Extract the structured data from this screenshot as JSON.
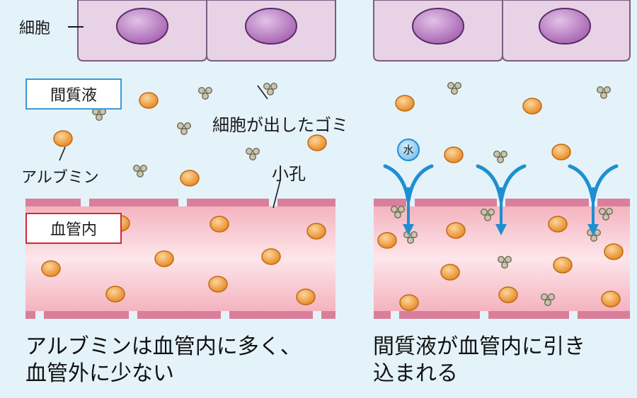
{
  "labels": {
    "cell": "細胞",
    "interstitial": "間質液",
    "cell_waste": "細胞が出したゴミ",
    "albumin": "アルブミン",
    "pore": "小孔",
    "blood_vessel": "血管内",
    "water": "水"
  },
  "captions": {
    "left_line1": "アルブミンは血管内に多く、",
    "left_line2": "血管外に少ない",
    "right_line1": "間質液が血管内に引き",
    "right_line2": "込まれる"
  },
  "colors": {
    "background": "#e4f2fa",
    "cell_fill": "#e8d3e6",
    "nucleus": "#b77fc0",
    "vessel_fill": "#f6c9cf",
    "vessel_wall": "#d97f9b",
    "albumin": "#f0a040",
    "waste": "#c4c0a8",
    "water_arrow": "#1e8fd0",
    "interstitial_box_border": "#3a9ad6",
    "vessel_box_border": "#d2283c"
  }
}
